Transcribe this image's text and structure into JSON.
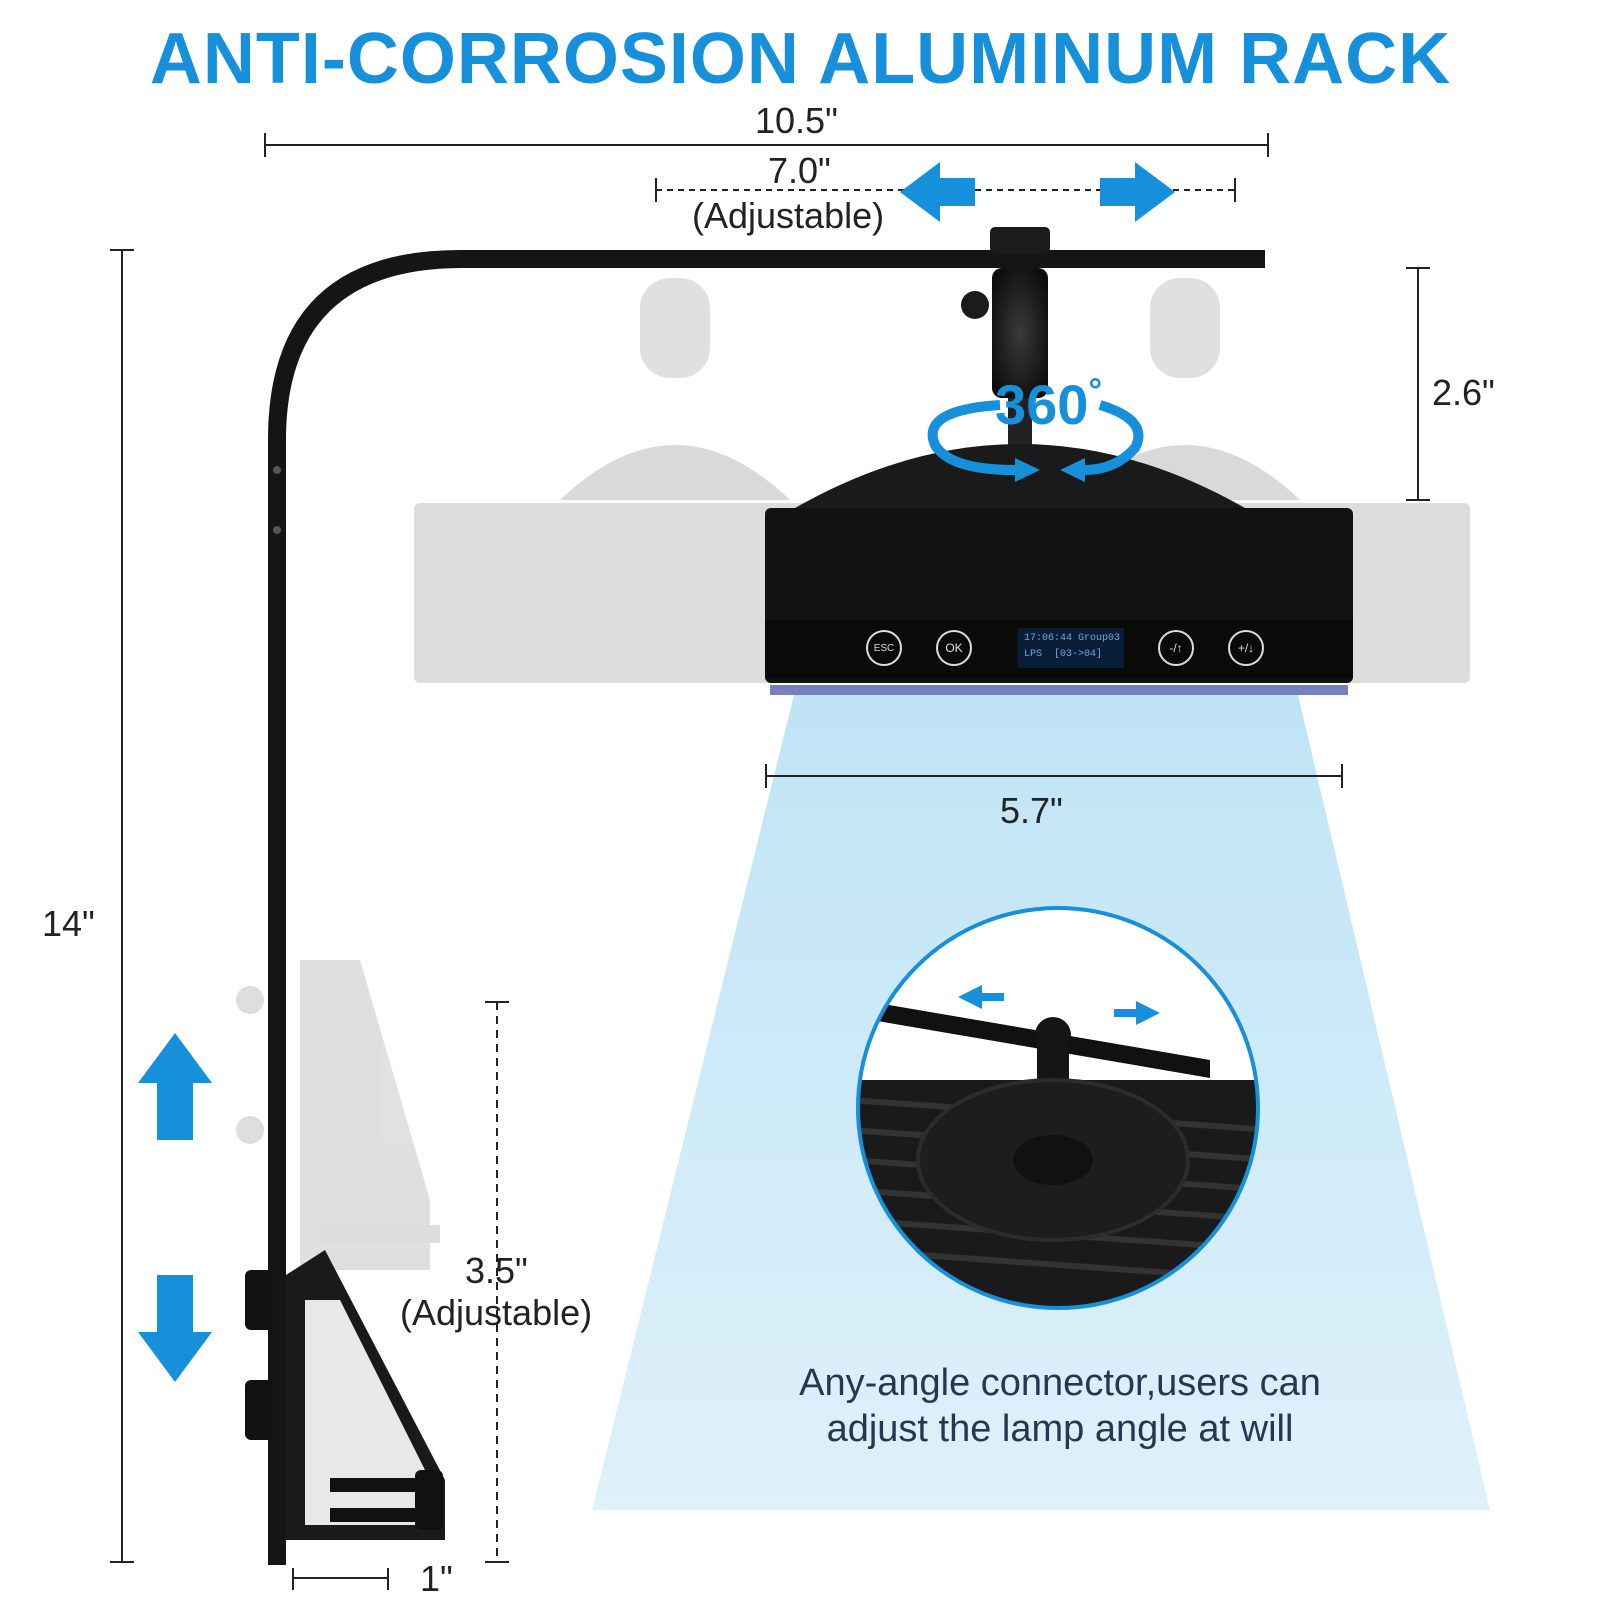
{
  "title": "ANTI-CORROSION ALUMINUM RACK",
  "colors": {
    "accent": "#1690db",
    "beam": "#cbe9f7",
    "metal": "#111111"
  },
  "dimensions": {
    "width_total": "10.5\"",
    "width_adjustable": "7.0\"",
    "width_adjustable_note": "(Adjustable)",
    "height_total": "14\"",
    "mount_height": "2.6\"",
    "rotation": "360",
    "rotation_unit": "°",
    "lamp_width": "5.7\"",
    "clamp_range": "3.5\"",
    "clamp_range_note": "(Adjustable)",
    "clamp_width": "1\""
  },
  "lamp_panel": {
    "buttons": [
      "ESC",
      "OK",
      "-/↑",
      "+/↓"
    ],
    "display": "17:06:44 Group03\nLPS  [03->04]"
  },
  "caption": {
    "line1": "Any-angle connector,users can",
    "line2": "adjust the lamp angle at will"
  },
  "icons": [
    "arrow-left-icon",
    "arrow-right-icon",
    "arrow-up-icon",
    "arrow-down-icon",
    "rotate-360-icon"
  ]
}
